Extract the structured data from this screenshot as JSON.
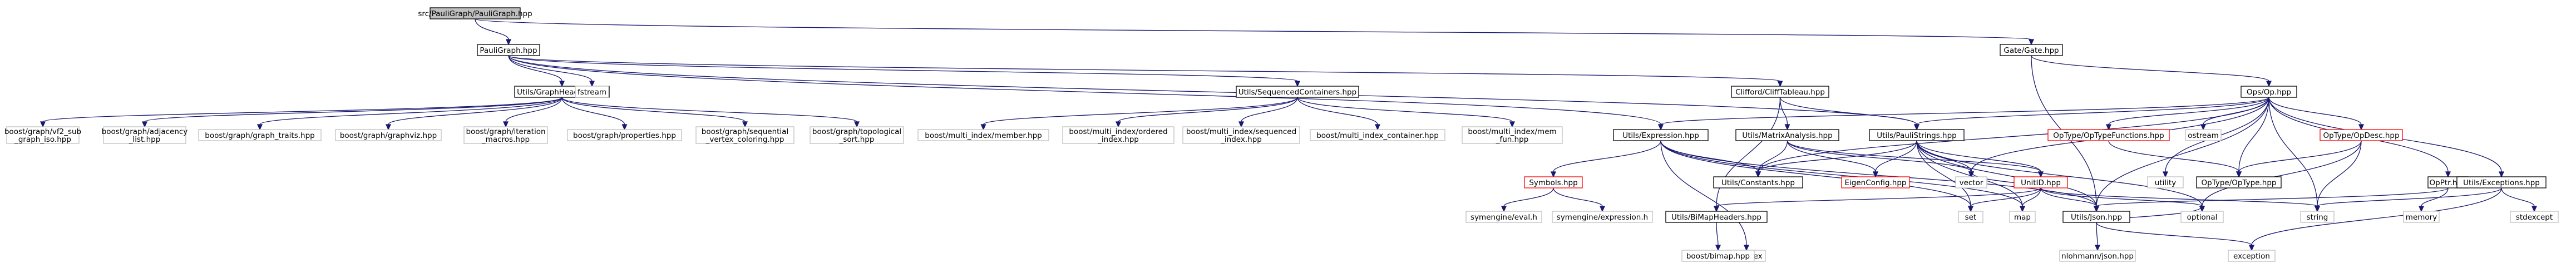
{
  "colors": {
    "edge_dark": "#191970",
    "edge_green": "#006400",
    "box_border": "#000000",
    "box_border_grey": "#bfbfbf",
    "box_border_red": "#ff0000",
    "root_fill": "#bfbfbf",
    "node_fill": "#ffffff",
    "grey_text": "#000000"
  },
  "nodes": [
    {
      "id": "root",
      "lines": [
        "src/PauliGraph/PauliGraph.hpp"
      ],
      "style": "root"
    },
    {
      "id": "pauligraph",
      "lines": [
        "PauliGraph.hpp"
      ],
      "style": "normal"
    },
    {
      "id": "gate",
      "lines": [
        "Gate/Gate.hpp"
      ],
      "style": "normal"
    },
    {
      "id": "graphheaders",
      "lines": [
        "Utils/GraphHeaders.hpp"
      ],
      "style": "normal"
    },
    {
      "id": "seqcont",
      "lines": [
        "Utils/SequencedContainers.hpp"
      ],
      "style": "normal"
    },
    {
      "id": "fstream",
      "lines": [
        "fstream"
      ],
      "style": "grey"
    },
    {
      "id": "cliff",
      "lines": [
        "Clifford/CliffTableau.hpp"
      ],
      "style": "normal"
    },
    {
      "id": "opop",
      "lines": [
        "Ops/Op.hpp"
      ],
      "style": "normal"
    },
    {
      "id": "vf2",
      "lines": [
        "boost/graph/vf2_sub",
        "_graph_iso.hpp"
      ],
      "style": "grey"
    },
    {
      "id": "adjlist",
      "lines": [
        "boost/graph/adjacency",
        "_list.hpp"
      ],
      "style": "grey"
    },
    {
      "id": "gtraits",
      "lines": [
        "boost/graph/graph_traits.hpp"
      ],
      "style": "grey"
    },
    {
      "id": "gviz",
      "lines": [
        "boost/graph/graphviz.hpp"
      ],
      "style": "grey"
    },
    {
      "id": "iterm",
      "lines": [
        "boost/graph/iteration",
        "_macros.hpp"
      ],
      "style": "grey"
    },
    {
      "id": "gprops",
      "lines": [
        "boost/graph/properties.hpp"
      ],
      "style": "grey"
    },
    {
      "id": "seqvc",
      "lines": [
        "boost/graph/sequential",
        "_vertex_coloring.hpp"
      ],
      "style": "grey"
    },
    {
      "id": "topo",
      "lines": [
        "boost/graph/topological",
        "_sort.hpp"
      ],
      "style": "grey"
    },
    {
      "id": "mimember",
      "lines": [
        "boost/multi_index/member.hpp"
      ],
      "style": "grey"
    },
    {
      "id": "miordered",
      "lines": [
        "boost/multi_index/ordered",
        "_index.hpp"
      ],
      "style": "grey"
    },
    {
      "id": "miseq",
      "lines": [
        "boost/multi_index/sequenced",
        "_index.hpp"
      ],
      "style": "grey"
    },
    {
      "id": "micont",
      "lines": [
        "boost/multi_index_container.hpp"
      ],
      "style": "grey"
    },
    {
      "id": "mimemfun",
      "lines": [
        "boost/multi_index/mem",
        "_fun.hpp"
      ],
      "style": "grey"
    },
    {
      "id": "expression",
      "lines": [
        "Utils/Expression.hpp"
      ],
      "style": "normal"
    },
    {
      "id": "matrix",
      "lines": [
        "Utils/MatrixAnalysis.hpp"
      ],
      "style": "normal"
    },
    {
      "id": "pauli",
      "lines": [
        "Utils/PauliStrings.hpp"
      ],
      "style": "normal"
    },
    {
      "id": "symbols",
      "lines": [
        "Symbols.hpp"
      ],
      "style": "red"
    },
    {
      "id": "constants",
      "lines": [
        "Utils/Constants.hpp"
      ],
      "style": "normal"
    },
    {
      "id": "eigen",
      "lines": [
        "EigenConfig.hpp"
      ],
      "style": "red"
    },
    {
      "id": "vector",
      "lines": [
        "vector"
      ],
      "style": "grey"
    },
    {
      "id": "unitid",
      "lines": [
        "UnitID.hpp"
      ],
      "style": "red"
    },
    {
      "id": "optypefn",
      "lines": [
        "OpType/OpTypeFunctions.hpp"
      ],
      "style": "red"
    },
    {
      "id": "opdesc",
      "lines": [
        "OpType/OpDesc.hpp"
      ],
      "style": "red"
    },
    {
      "id": "ostream",
      "lines": [
        "ostream"
      ],
      "style": "grey"
    },
    {
      "id": "optype",
      "lines": [
        "OpType/OpType.hpp"
      ],
      "style": "normal"
    },
    {
      "id": "utility",
      "lines": [
        "utility"
      ],
      "style": "grey"
    },
    {
      "id": "opptr",
      "lines": [
        "OpPtr.hpp"
      ],
      "style": "normal"
    },
    {
      "id": "exceptions",
      "lines": [
        "Utils/Exceptions.hpp"
      ],
      "style": "normal"
    },
    {
      "id": "symeval",
      "lines": [
        "symengine/eval.h"
      ],
      "style": "grey"
    },
    {
      "id": "symexpr",
      "lines": [
        "symengine/expression.h"
      ],
      "style": "grey"
    },
    {
      "id": "bimap",
      "lines": [
        "Utils/BiMapHeaders.hpp"
      ],
      "style": "normal"
    },
    {
      "id": "set",
      "lines": [
        "set"
      ],
      "style": "grey"
    },
    {
      "id": "map",
      "lines": [
        "map"
      ],
      "style": "grey"
    },
    {
      "id": "json",
      "lines": [
        "Utils/Json.hpp"
      ],
      "style": "normal"
    },
    {
      "id": "optional",
      "lines": [
        "optional"
      ],
      "style": "grey"
    },
    {
      "id": "string",
      "lines": [
        "string"
      ],
      "style": "grey"
    },
    {
      "id": "memory",
      "lines": [
        "memory"
      ],
      "style": "grey"
    },
    {
      "id": "stdexcept",
      "lines": [
        "stdexcept"
      ],
      "style": "grey"
    },
    {
      "id": "complex",
      "lines": [
        "complex"
      ],
      "style": "grey"
    },
    {
      "id": "boostbimap",
      "lines": [
        "boost/bimap.hpp"
      ],
      "style": "grey"
    },
    {
      "id": "nlohmann",
      "lines": [
        "nlohmann/json.hpp"
      ],
      "style": "grey"
    },
    {
      "id": "exception",
      "lines": [
        "exception"
      ],
      "style": "grey"
    }
  ],
  "edges": [
    [
      "root",
      "pauligraph"
    ],
    [
      "root",
      "gate"
    ],
    [
      "pauligraph",
      "graphheaders"
    ],
    [
      "pauligraph",
      "seqcont"
    ],
    [
      "pauligraph",
      "fstream"
    ],
    [
      "pauligraph",
      "cliff"
    ],
    [
      "pauligraph",
      "expression"
    ],
    [
      "pauligraph",
      "pauli"
    ],
    [
      "gate",
      "opop"
    ],
    [
      "gate",
      "json"
    ],
    [
      "graphheaders",
      "vf2"
    ],
    [
      "graphheaders",
      "adjlist"
    ],
    [
      "graphheaders",
      "gtraits"
    ],
    [
      "graphheaders",
      "gviz"
    ],
    [
      "graphheaders",
      "iterm"
    ],
    [
      "graphheaders",
      "gprops"
    ],
    [
      "graphheaders",
      "seqvc"
    ],
    [
      "graphheaders",
      "topo"
    ],
    [
      "seqcont",
      "mimember"
    ],
    [
      "seqcont",
      "miordered"
    ],
    [
      "seqcont",
      "miseq"
    ],
    [
      "seqcont",
      "micont"
    ],
    [
      "seqcont",
      "mimemfun"
    ],
    [
      "cliff",
      "matrix"
    ],
    [
      "cliff",
      "pauli"
    ],
    [
      "cliff",
      "bimap"
    ],
    [
      "opop",
      "expression"
    ],
    [
      "opop",
      "pauli"
    ],
    [
      "opop",
      "optypefn"
    ],
    [
      "opop",
      "opdesc"
    ],
    [
      "opop",
      "ostream"
    ],
    [
      "opop",
      "opptr"
    ],
    [
      "opop",
      "exceptions"
    ],
    [
      "opop",
      "json"
    ],
    [
      "opop",
      "string"
    ],
    [
      "opop",
      "utility"
    ],
    [
      "opop",
      "vector"
    ],
    [
      "opop",
      "optype"
    ],
    [
      "opop",
      "constants"
    ],
    [
      "expression",
      "symbols"
    ],
    [
      "expression",
      "constants"
    ],
    [
      "expression",
      "json"
    ],
    [
      "expression",
      "set"
    ],
    [
      "expression",
      "map"
    ],
    [
      "expression",
      "complex"
    ],
    [
      "matrix",
      "constants"
    ],
    [
      "matrix",
      "eigen"
    ],
    [
      "matrix",
      "vector"
    ],
    [
      "matrix",
      "unitid"
    ],
    [
      "pauli",
      "constants"
    ],
    [
      "pauli",
      "eigen"
    ],
    [
      "pauli",
      "unitid"
    ],
    [
      "pauli",
      "json"
    ],
    [
      "pauli",
      "vector"
    ],
    [
      "pauli",
      "map"
    ],
    [
      "pauli",
      "set"
    ],
    [
      "pauli",
      "optional"
    ],
    [
      "symbols",
      "symeval"
    ],
    [
      "symbols",
      "symexpr"
    ],
    [
      "unitid",
      "bimap"
    ],
    [
      "unitid",
      "json"
    ],
    [
      "unitid",
      "set"
    ],
    [
      "unitid",
      "map"
    ],
    [
      "unitid",
      "optional"
    ],
    [
      "unitid",
      "string"
    ],
    [
      "unitid",
      "vector"
    ],
    [
      "optypefn",
      "optype"
    ],
    [
      "opdesc",
      "optype"
    ],
    [
      "opdesc",
      "string"
    ],
    [
      "opdesc",
      "optional"
    ],
    [
      "opptr",
      "json"
    ],
    [
      "opptr",
      "memory"
    ],
    [
      "exceptions",
      "stdexcept"
    ],
    [
      "exceptions",
      "string"
    ],
    [
      "exceptions",
      "exception"
    ],
    [
      "json",
      "nlohmann"
    ],
    [
      "json",
      "optional"
    ],
    [
      "json",
      "exception"
    ],
    [
      "bimap",
      "boostbimap"
    ]
  ]
}
